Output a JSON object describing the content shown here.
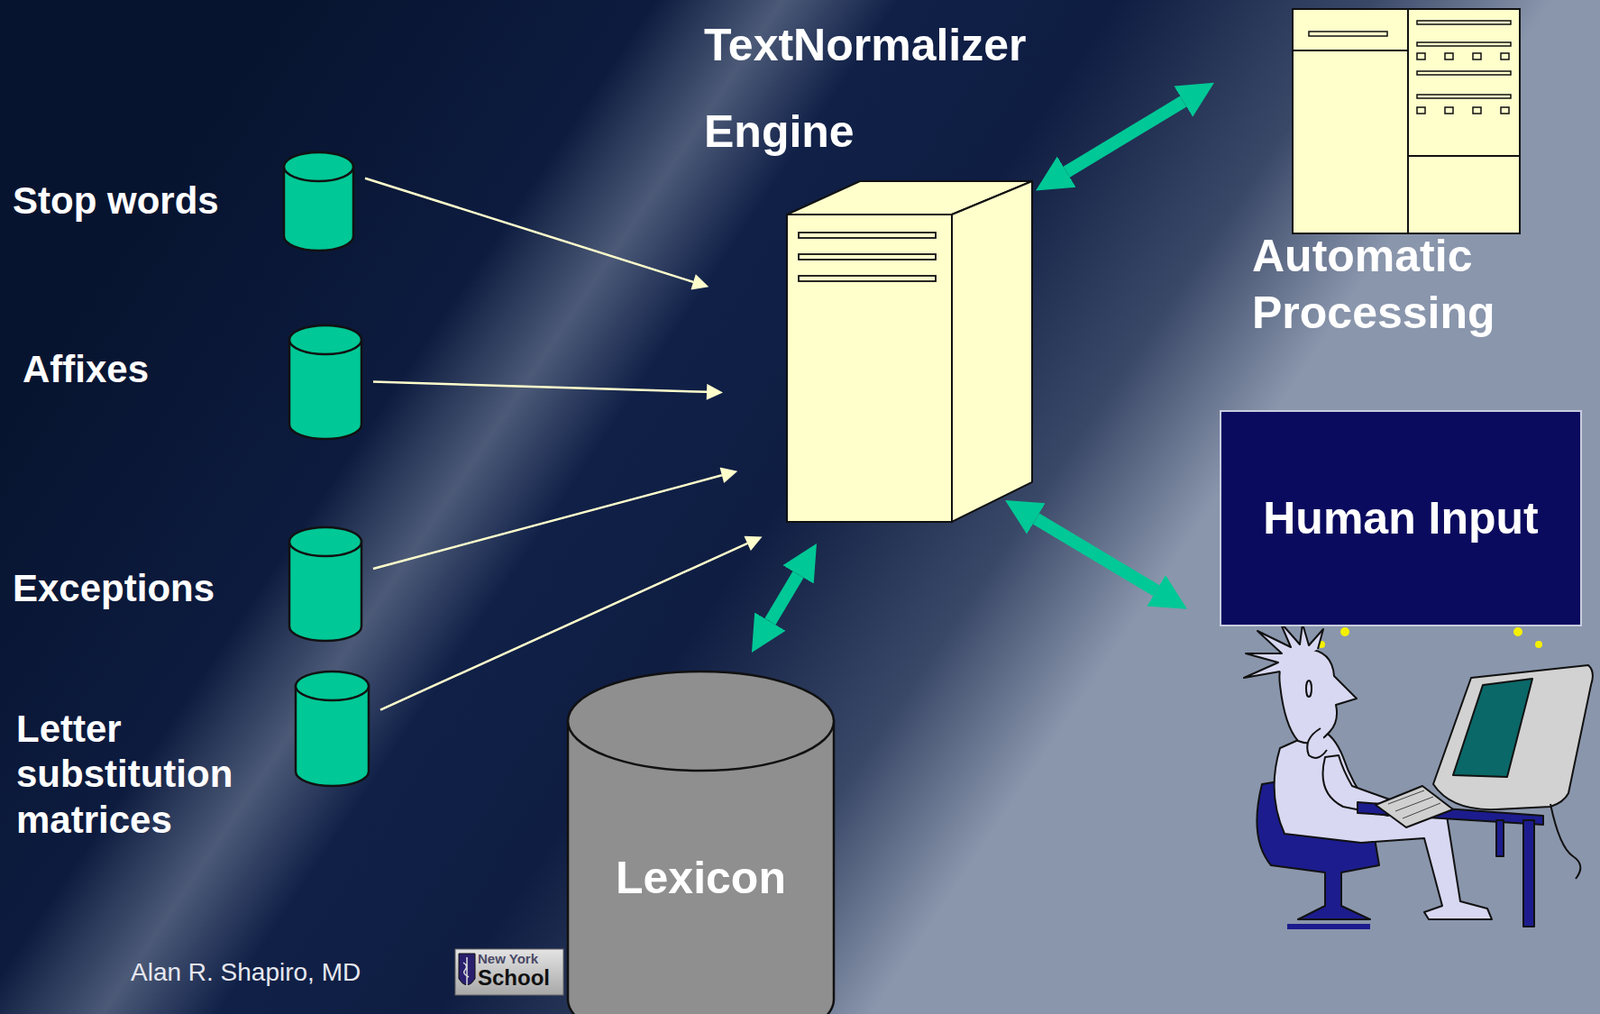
{
  "diagram": {
    "nodes": [
      {
        "text": [
          "Stop words"
        ]
      },
      {
        "text": [
          "Affixes"
        ]
      },
      {
        "text": [
          "Exceptions"
        ]
      },
      {
        "text": [
          "Letter substitution matrices"
        ]
      },
      {
        "text": [
          "TextNormalizer Engine"
        ]
      },
      {
        "text": [
          "Lexicon"
        ]
      },
      {
        "text": [
          "Automatic Processing"
        ]
      },
      {
        "text": [
          "Human Input"
        ]
      }
    ],
    "edges": [
      {
        "from": 0,
        "to": 4,
        "arrow": "to"
      },
      {
        "from": 1,
        "to": 4,
        "arrow": "to"
      },
      {
        "from": 2,
        "to": 4,
        "arrow": "to"
      },
      {
        "from": 3,
        "to": 4,
        "arrow": "to"
      },
      {
        "from": 4,
        "to": 5,
        "arrow": "both"
      },
      {
        "from": 4,
        "to": 6,
        "arrow": "both"
      },
      {
        "from": 4,
        "to": 7,
        "arrow": "both"
      }
    ],
    "labels": [
      "Alan R. Shapiro, MD",
      "New York",
      "School"
    ]
  }
}
